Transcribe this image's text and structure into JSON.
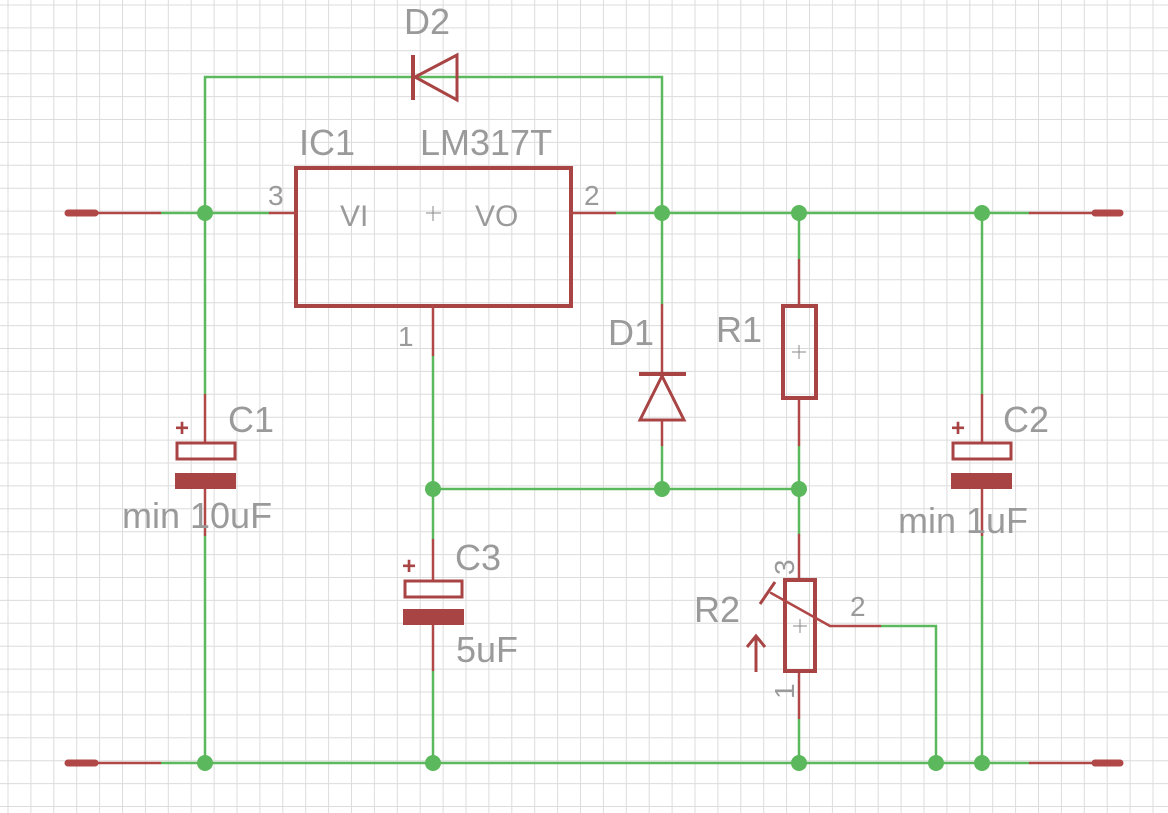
{
  "colors": {
    "wire": "#5cb85c",
    "component": "#a84444",
    "label": "#9a9a9a",
    "grid": "#dcdcdc",
    "background": "#ffffff"
  },
  "components": {
    "ic1": {
      "name": "IC1",
      "value": "LM317T",
      "pin_in": "VI",
      "pin_out": "VO",
      "pin_in_num": "3",
      "pin_out_num": "2",
      "pin_adj_num": "1"
    },
    "d1": {
      "name": "D1"
    },
    "d2": {
      "name": "D2"
    },
    "r1": {
      "name": "R1"
    },
    "r2": {
      "name": "R2",
      "pin1": "1",
      "pin2": "2",
      "pin3": "3"
    },
    "c1": {
      "name": "C1",
      "value": "min 10uF",
      "polarity": "+"
    },
    "c2": {
      "name": "C2",
      "value": "min 1uF",
      "polarity": "+"
    },
    "c3": {
      "name": "C3",
      "value": "5uF",
      "polarity": "+"
    }
  }
}
